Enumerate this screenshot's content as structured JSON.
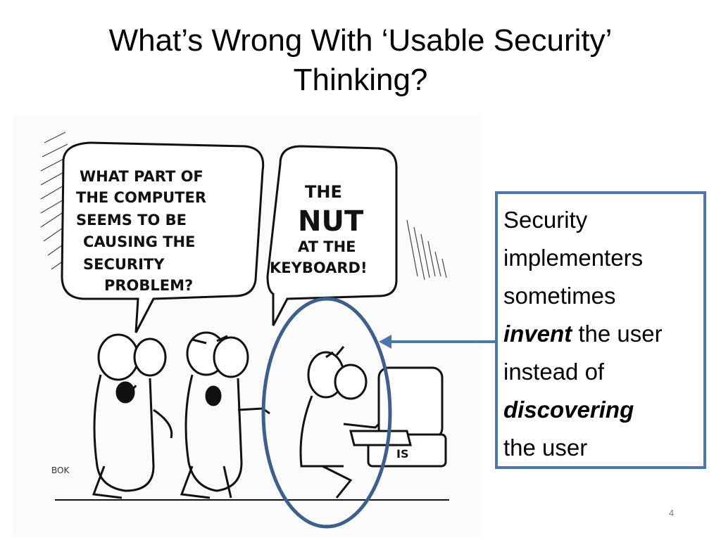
{
  "slide": {
    "title_line1": "What’s Wrong With ‘Usable Security’",
    "title_line2": "Thinking?",
    "page_number": "4"
  },
  "cartoon": {
    "bubble_left": [
      "WHAT PART OF",
      "THE COMPUTER",
      "SEEMS TO BE",
      "CAUSING THE",
      "SECURITY",
      "PROBLEM?"
    ],
    "bubble_right_top": "THE",
    "bubble_right_big": "NUT",
    "bubble_right_bottom": [
      "AT THE",
      "KEYBOARD!"
    ],
    "ms_label": "IS",
    "signature": "BOK"
  },
  "callout": {
    "line1": "Security",
    "line2": "implementers",
    "line3": "sometimes",
    "invent": "invent",
    "line4_rest": " the user",
    "line5": "instead of",
    "discovering": "discovering",
    "line6": "the user"
  },
  "colors": {
    "accent": "#4a77b0",
    "ellipse": "#3b5f8e"
  }
}
